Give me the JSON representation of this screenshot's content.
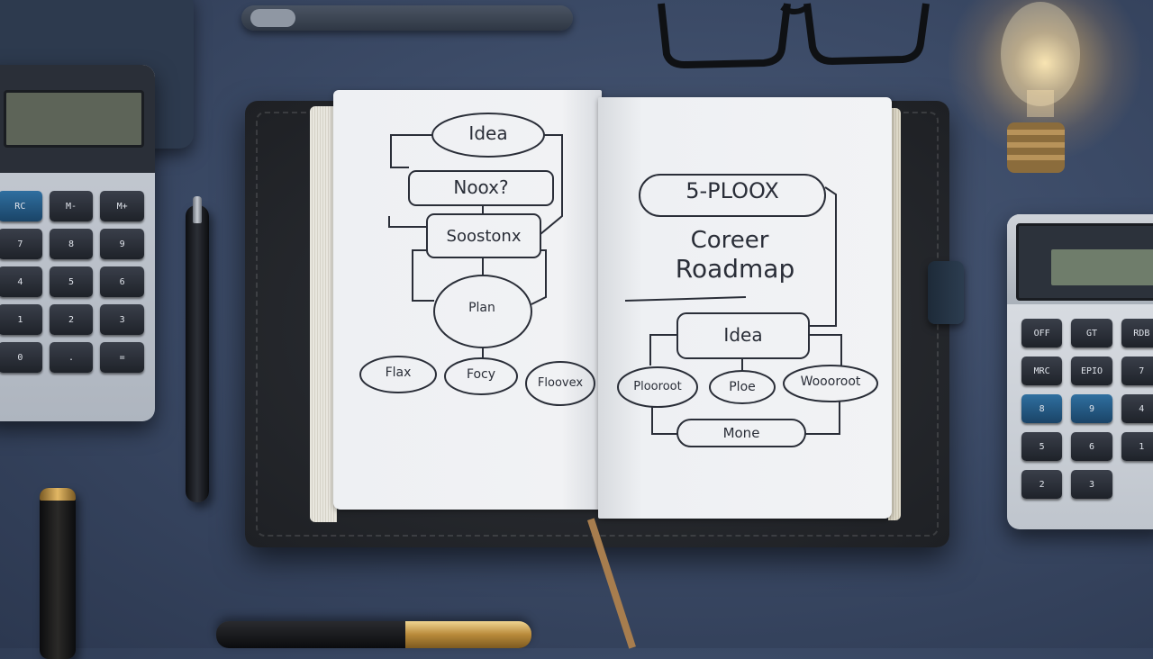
{
  "left_page": {
    "node_top": "Idea",
    "node_2": "Noox?",
    "node_3": "Soostonx",
    "node_center": "Plan",
    "bottom_left": "Flax",
    "bottom_mid": "Focy",
    "bottom_right": "Floovex"
  },
  "right_page": {
    "header_node": "5-PLOOX",
    "title_line1": "Coreer",
    "title_line2": "Roadmap",
    "node_idea": "Idea",
    "node_left": "Plooroot",
    "node_mid": "Ploe",
    "node_right": "Woooroot",
    "node_bottom": "Mone"
  },
  "left_calculator": {
    "key_labels": [
      "RC",
      "M-",
      "M+",
      "7",
      "8",
      "9",
      "4",
      "5",
      "6",
      "1",
      "2",
      "3",
      "0",
      ".",
      "="
    ]
  },
  "right_calculator": {
    "key_labels": [
      "OFF",
      "GT",
      "RDB",
      "MRC",
      "EPIO",
      "7",
      "8",
      "9",
      "4",
      "5",
      "6",
      "1",
      "2",
      "3"
    ]
  },
  "colors": {
    "desk": "#3b4a66",
    "page": "#f1f2f4",
    "ink": "#2a2e38",
    "cover": "#24272c"
  }
}
